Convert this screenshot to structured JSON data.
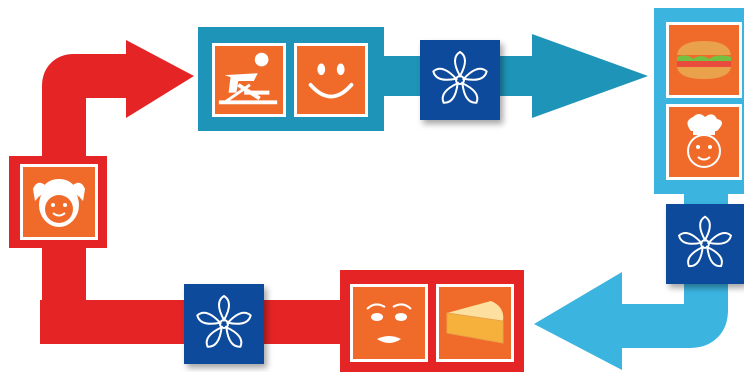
{
  "colors": {
    "red": "#e52525",
    "teal": "#1e95b8",
    "sky": "#3bb4e0",
    "orange": "#f06b2a",
    "navy": "#0d4a9b",
    "white": "#ffffff",
    "cheese": "#f5b13c",
    "bread": "#e9a24a",
    "lettuce": "#74c043"
  },
  "steps": [
    {
      "name": "girl",
      "icons": [
        "girl-face-icon"
      ]
    },
    {
      "name": "exercise",
      "icons": [
        "rowing-machine-icon",
        "smiley-face-icon"
      ]
    },
    {
      "name": "food",
      "icons": [
        "sandwich-icon",
        "chef-icon"
      ]
    },
    {
      "name": "result",
      "icons": [
        "woman-face-icon",
        "cheese-icon"
      ]
    }
  ],
  "connectors": [
    "flower-icon",
    "flower-icon",
    "flower-icon",
    "flower-icon"
  ]
}
